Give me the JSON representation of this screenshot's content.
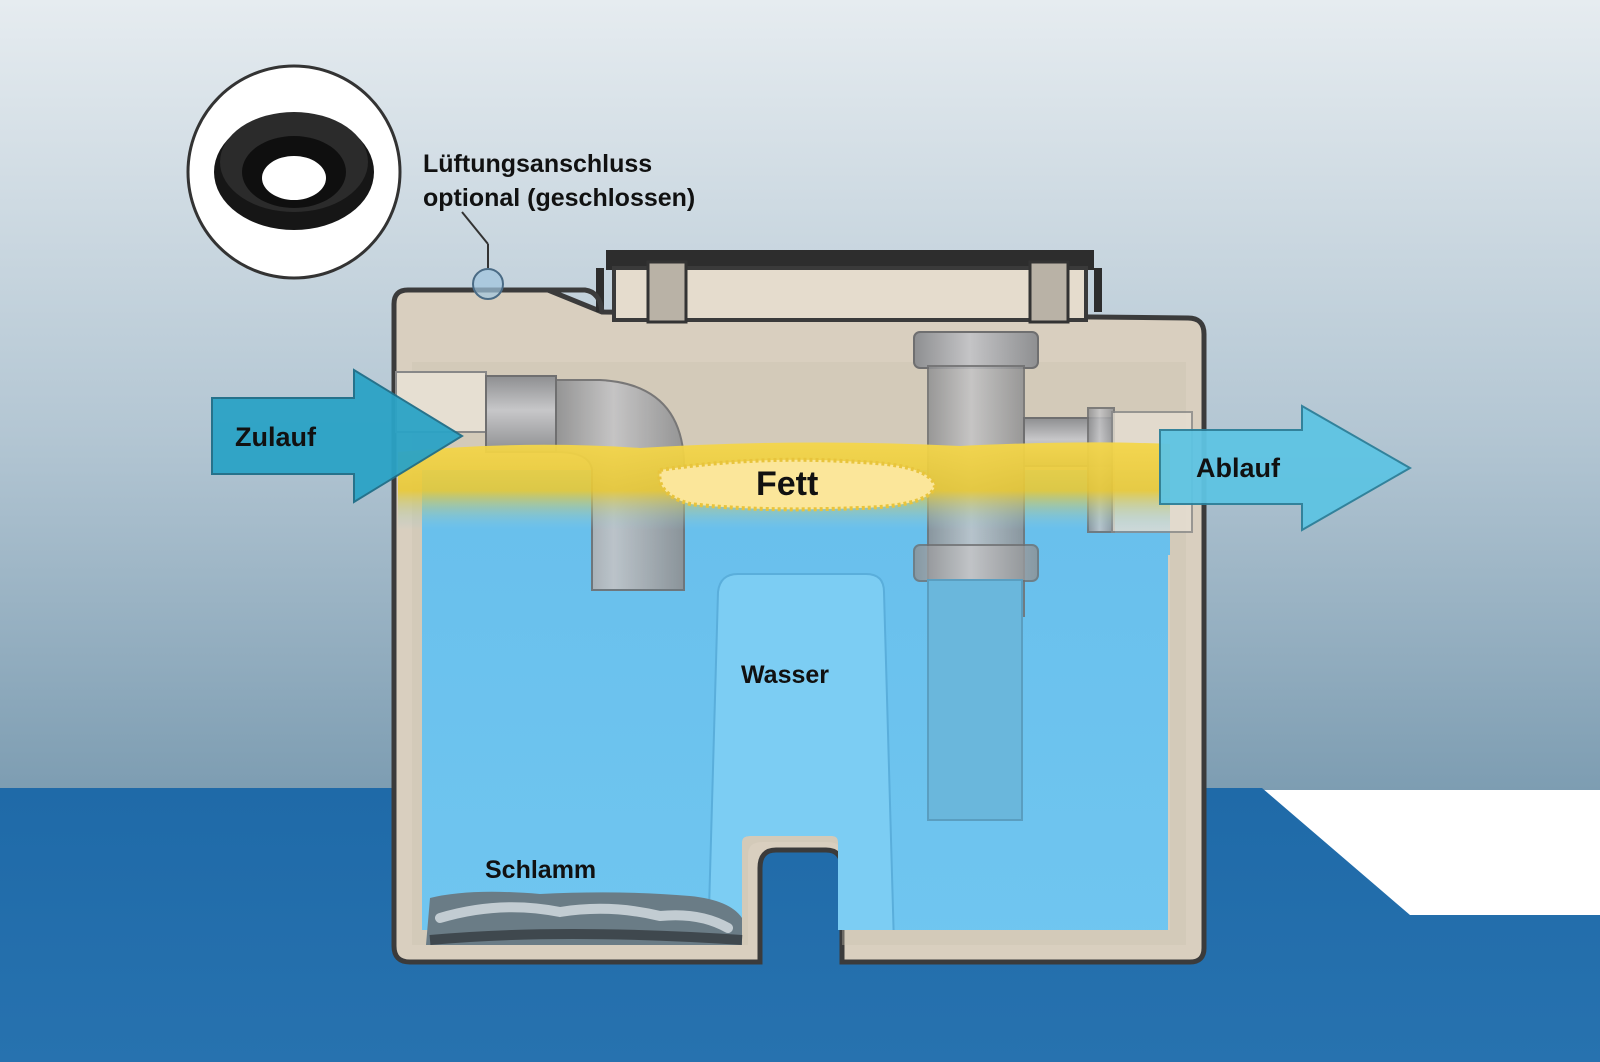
{
  "labels": {
    "vent_title": "Lüftungsanschluss",
    "vent_subtitle": "optional (geschlossen)",
    "inlet": "Zulauf",
    "outlet": "Ablauf",
    "grease": "Fett",
    "water": "Wasser",
    "sludge": "Schlamm"
  },
  "icons": {
    "vent_seal": "rubber-seal-ring-icon",
    "inlet_arrow": "arrow-right-icon",
    "outlet_arrow": "arrow-right-icon"
  },
  "colors": {
    "sky_top": "#e6ecf0",
    "sky_bottom": "#7d9db2",
    "floor": "#1f6aa8",
    "tank_wall": "#ddd3c3",
    "water": "#6cc3ee",
    "grease": "#f2cf3a",
    "pipe": "#a9a9ab",
    "arrow_inlet": "#2ba3c6",
    "arrow_outlet": "#5ec4e3"
  }
}
